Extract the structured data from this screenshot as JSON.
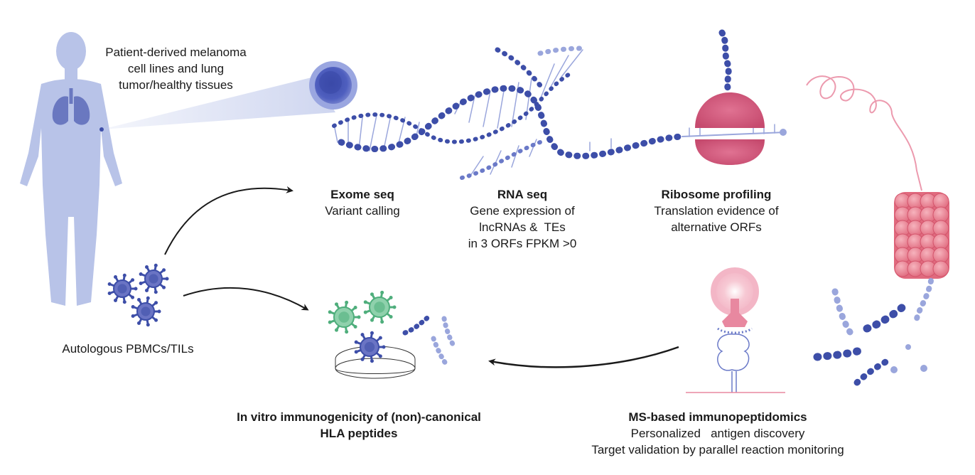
{
  "patient": {
    "line1": "Patient-derived melanoma",
    "line2": "cell lines and lung",
    "line3": "tumor/healthy tissues"
  },
  "exome": {
    "title": "Exome seq",
    "sub": "Variant calling"
  },
  "rna": {
    "title": "RNA seq",
    "sub1": "Gene expression of",
    "sub2": "lncRNAs &  TEs",
    "sub3": "in 3 ORFs FPKM >0"
  },
  "ribo": {
    "title": "Ribosome profiling",
    "sub1": "Translation evidence of",
    "sub2": "alternative ORFs"
  },
  "pbmc": {
    "label": "Autologous PBMCs/TILs"
  },
  "invitro": {
    "line1": "In vitro immunogenicity of (non)-canonical",
    "line2": "HLA peptides"
  },
  "ms": {
    "title": "MS-based immunopeptidomics",
    "sub1": "Personalized   antigen discovery",
    "sub2": "Target validation by parallel reaction monitoring"
  },
  "colors": {
    "body": "#b8c3e8",
    "lung": "#6a78c0",
    "dna": "#3d4ea8",
    "ribosome": "#d8587a",
    "green_cell": "#6cc294",
    "purple_cell": "#5a64b4",
    "arrow": "#1a1a1a"
  }
}
